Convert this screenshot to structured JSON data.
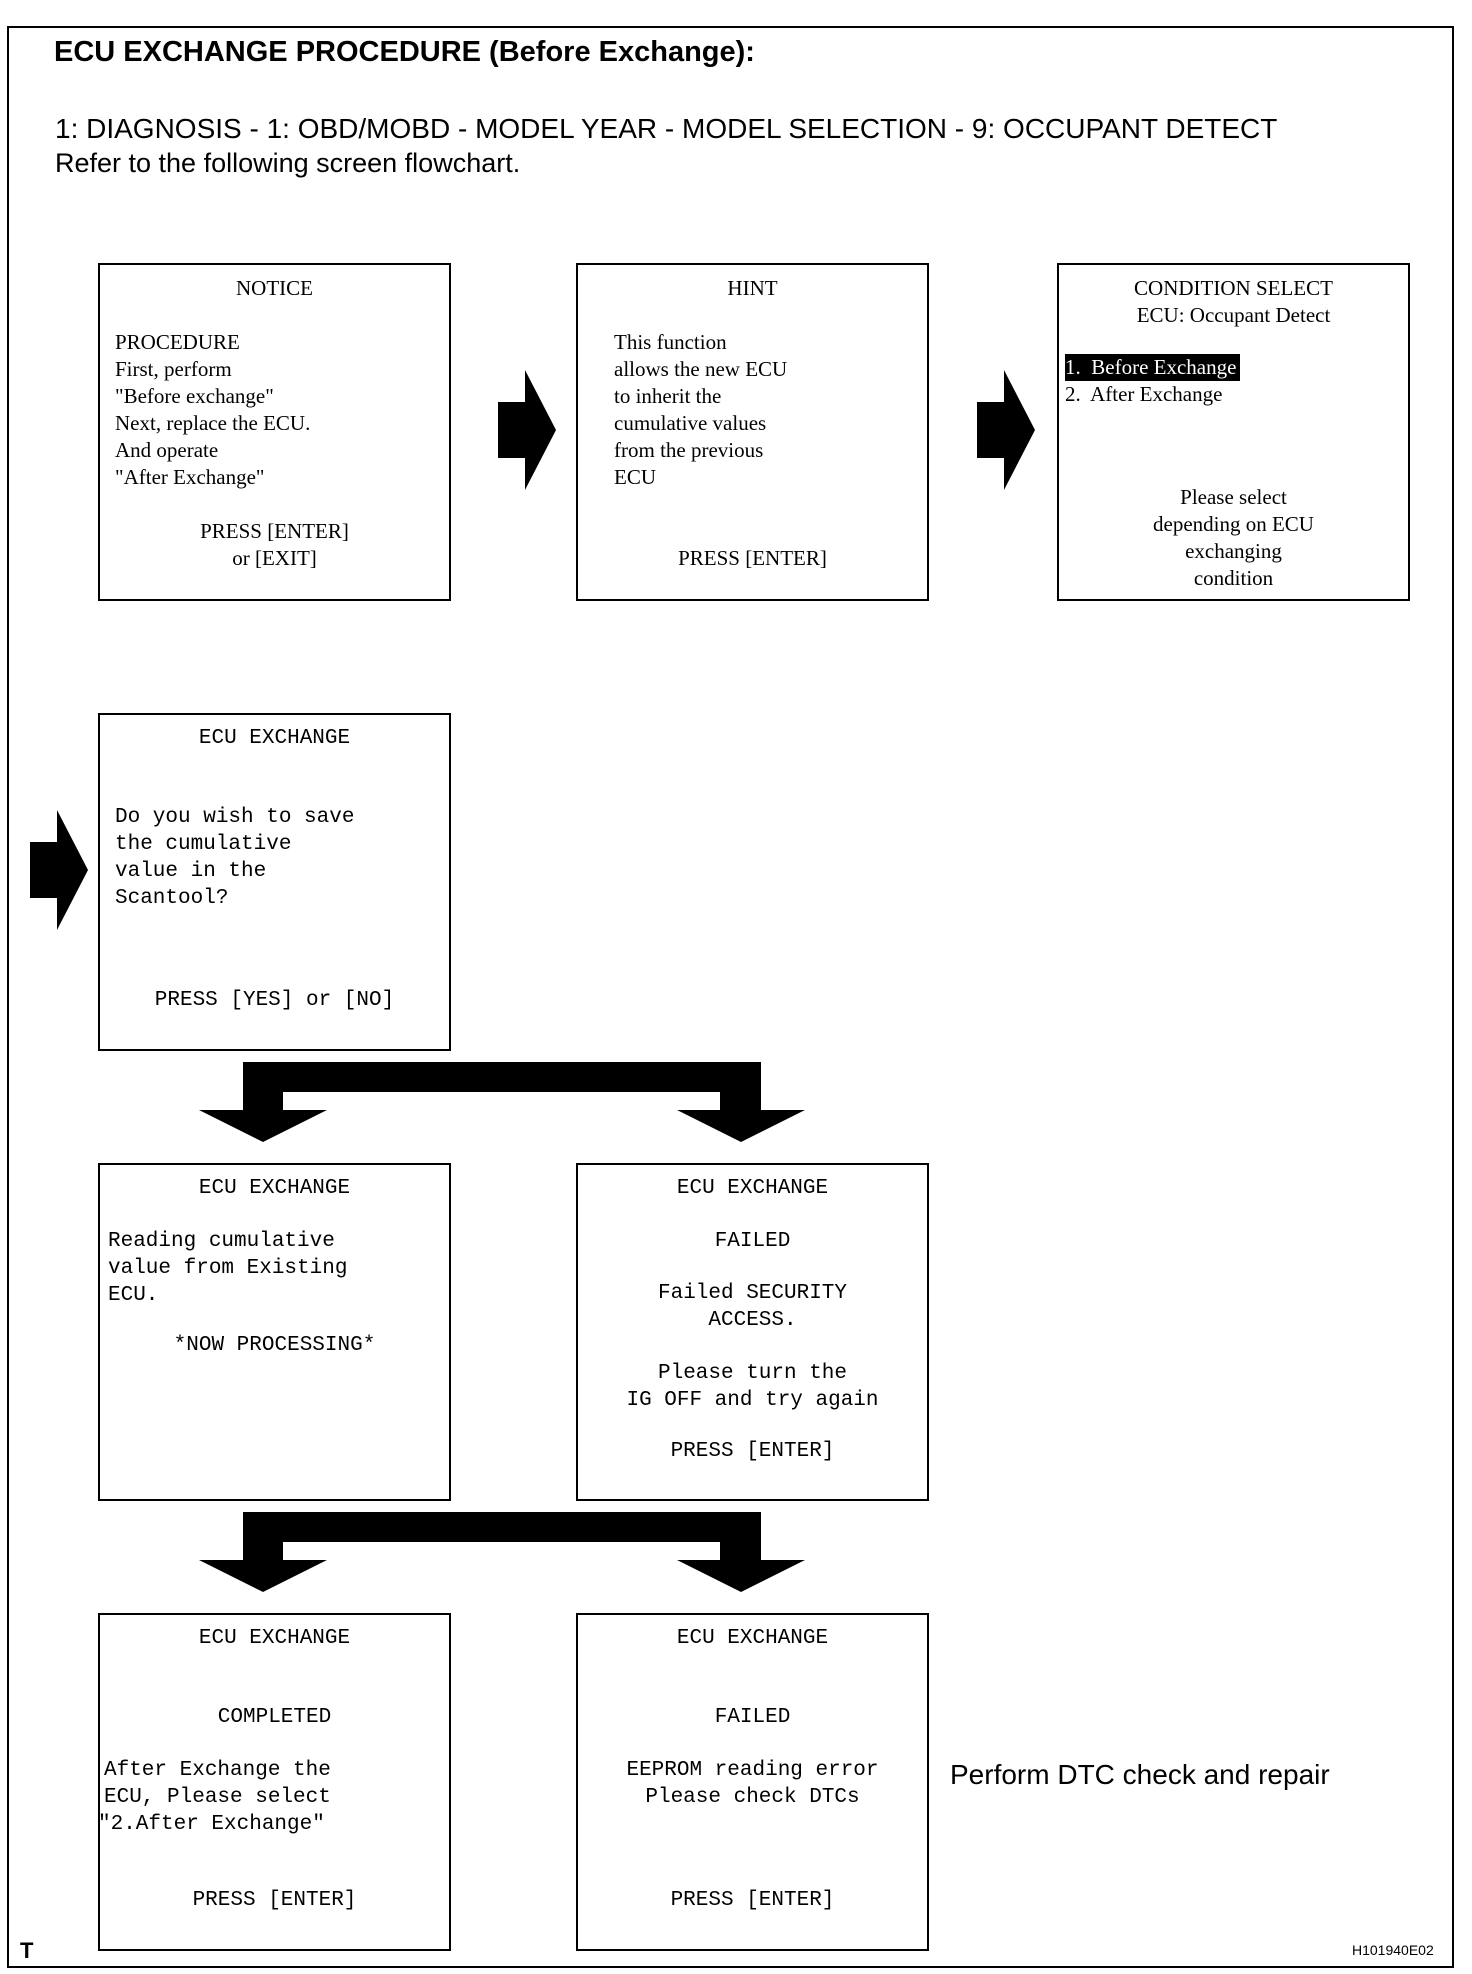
{
  "header": {
    "title": "ECU EXCHANGE PROCEDURE (Before Exchange):",
    "path": "1: DIAGNOSIS - 1: OBD/MOBD - MODEL YEAR - MODEL SELECTION - 9: OCCUPANT DETECT",
    "instruction": "Refer to the following screen flowchart."
  },
  "screens": {
    "notice": {
      "title": "NOTICE",
      "lines": [
        "PROCEDURE",
        "First, perform",
        "\"Before exchange\"",
        "Next, replace the ECU.",
        "And operate",
        "\"After Exchange\""
      ],
      "press": [
        "PRESS [ENTER]",
        "or [EXIT]"
      ]
    },
    "hint": {
      "title": "HINT",
      "lines": [
        "This function",
        "allows the new ECU",
        "to inherit the",
        "cumulative values",
        "from the previous",
        "ECU"
      ],
      "press": "PRESS [ENTER]"
    },
    "condition_select": {
      "title": [
        "CONDITION SELECT",
        "ECU: Occupant Detect"
      ],
      "options": [
        "1.  Before Exchange",
        "2.  After Exchange"
      ],
      "prompt": [
        "Please select",
        "depending on ECU",
        "exchanging",
        "condition"
      ]
    },
    "save_prompt": {
      "title": "ECU EXCHANGE",
      "lines": [
        "Do you wish to save",
        "the cumulative",
        "value in the",
        "Scantool?"
      ],
      "press": "PRESS [YES] or [NO]"
    },
    "reading": {
      "title": "ECU EXCHANGE",
      "lines": [
        "Reading cumulative",
        "value from Existing",
        "ECU."
      ],
      "status": "*NOW PROCESSING*"
    },
    "failed_security": {
      "title": "ECU EXCHANGE",
      "status": "FAILED",
      "lines": [
        "Failed SECURITY",
        "ACCESS.",
        "Please turn the",
        "IG OFF and try again"
      ],
      "press": "PRESS [ENTER]"
    },
    "completed": {
      "title": "ECU EXCHANGE",
      "status": "COMPLETED",
      "lines": [
        "After Exchange the",
        "ECU, Please select",
        "\"2.After Exchange\""
      ],
      "press": "PRESS [ENTER]"
    },
    "failed_eeprom": {
      "title": "ECU EXCHANGE",
      "status": "FAILED",
      "lines": [
        "EEPROM reading error",
        "Please check DTCs"
      ],
      "press": "PRESS [ENTER]"
    }
  },
  "perform_text": "Perform DTC check and repair",
  "corner_mark": "T",
  "figure_code": "H101940E02"
}
